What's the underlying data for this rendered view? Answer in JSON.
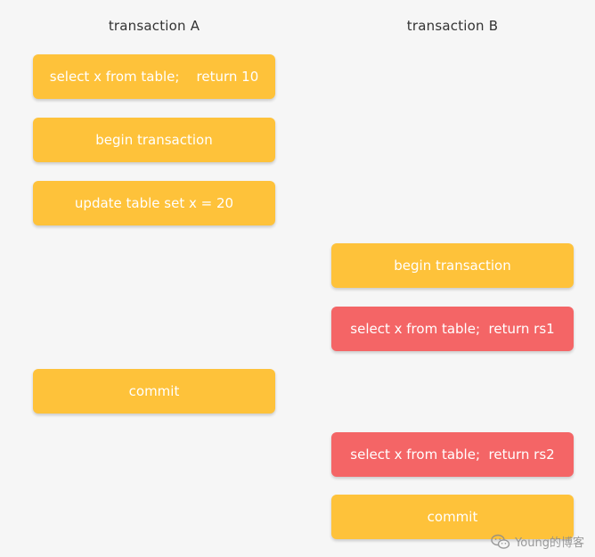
{
  "columns": {
    "a_title": "transaction A",
    "b_title": "transaction B"
  },
  "transaction_a": [
    {
      "label": "select x from table;    return 10",
      "color": "#fec23a"
    },
    {
      "label": "begin transaction",
      "color": "#fec23a"
    },
    {
      "label": "update table set x = 20",
      "color": "#fec23a"
    },
    {
      "label": "commit",
      "color": "#fec23a"
    }
  ],
  "transaction_b": [
    {
      "label": "begin transaction",
      "color": "#fec23a"
    },
    {
      "label": "select x from table;  return rs1",
      "color": "#f46566"
    },
    {
      "label": "select x from table;  return rs2",
      "color": "#f46566"
    },
    {
      "label": "commit",
      "color": "#fec23a"
    }
  ],
  "watermark": {
    "text": "Young的博客",
    "icon": "wechat-icon"
  }
}
